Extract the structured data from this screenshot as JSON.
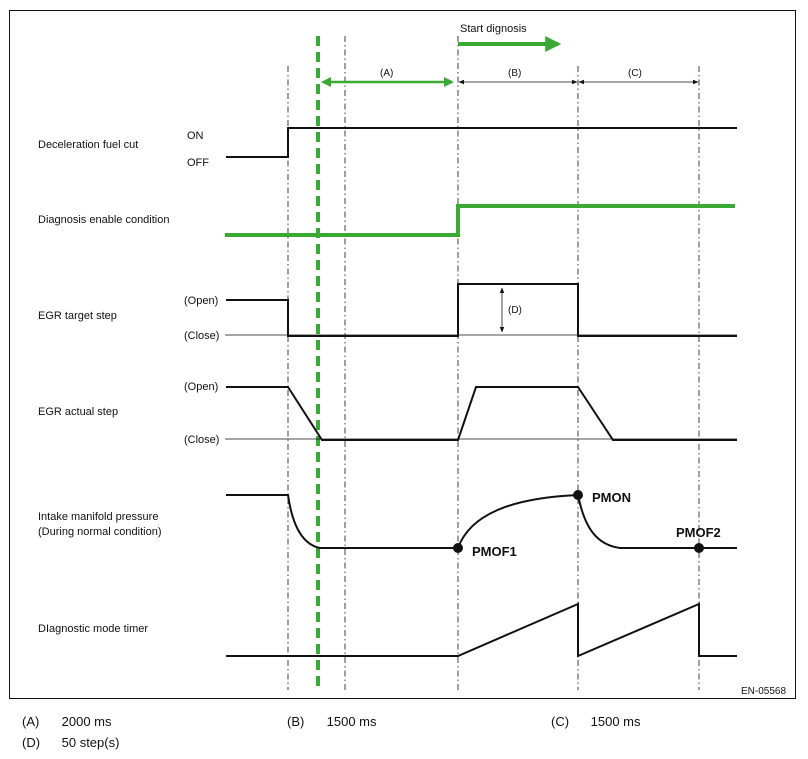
{
  "signals": {
    "decel_fuel_cut": "Deceleration fuel cut",
    "diag_enable": "Diagnosis enable condition",
    "egr_target": "EGR target step",
    "egr_actual": "EGR actual step",
    "intake_line1": "Intake manifold pressure",
    "intake_line2": "(During normal condition)",
    "timer": "DIagnostic mode timer"
  },
  "states": {
    "on": "ON",
    "off": "OFF",
    "open": "(Open)",
    "close": "(Close)"
  },
  "intervals": {
    "a": "(A)",
    "b": "(B)",
    "c": "(C)",
    "d": "(D)"
  },
  "start_label": "Start dignosis",
  "points": {
    "pmof1": "PMOF1",
    "pmon": "PMON",
    "pmof2": "PMOF2"
  },
  "figure_code": "EN-05568",
  "legend": [
    {
      "key": "(A)",
      "value": "2000 ms"
    },
    {
      "key": "(B)",
      "value": "1500 ms"
    },
    {
      "key": "(C)",
      "value": "1500 ms"
    },
    {
      "key": "(D)",
      "value": "50 step(s)"
    }
  ],
  "colors": {
    "accent_green": "#3aaa35",
    "line": "#111111"
  }
}
